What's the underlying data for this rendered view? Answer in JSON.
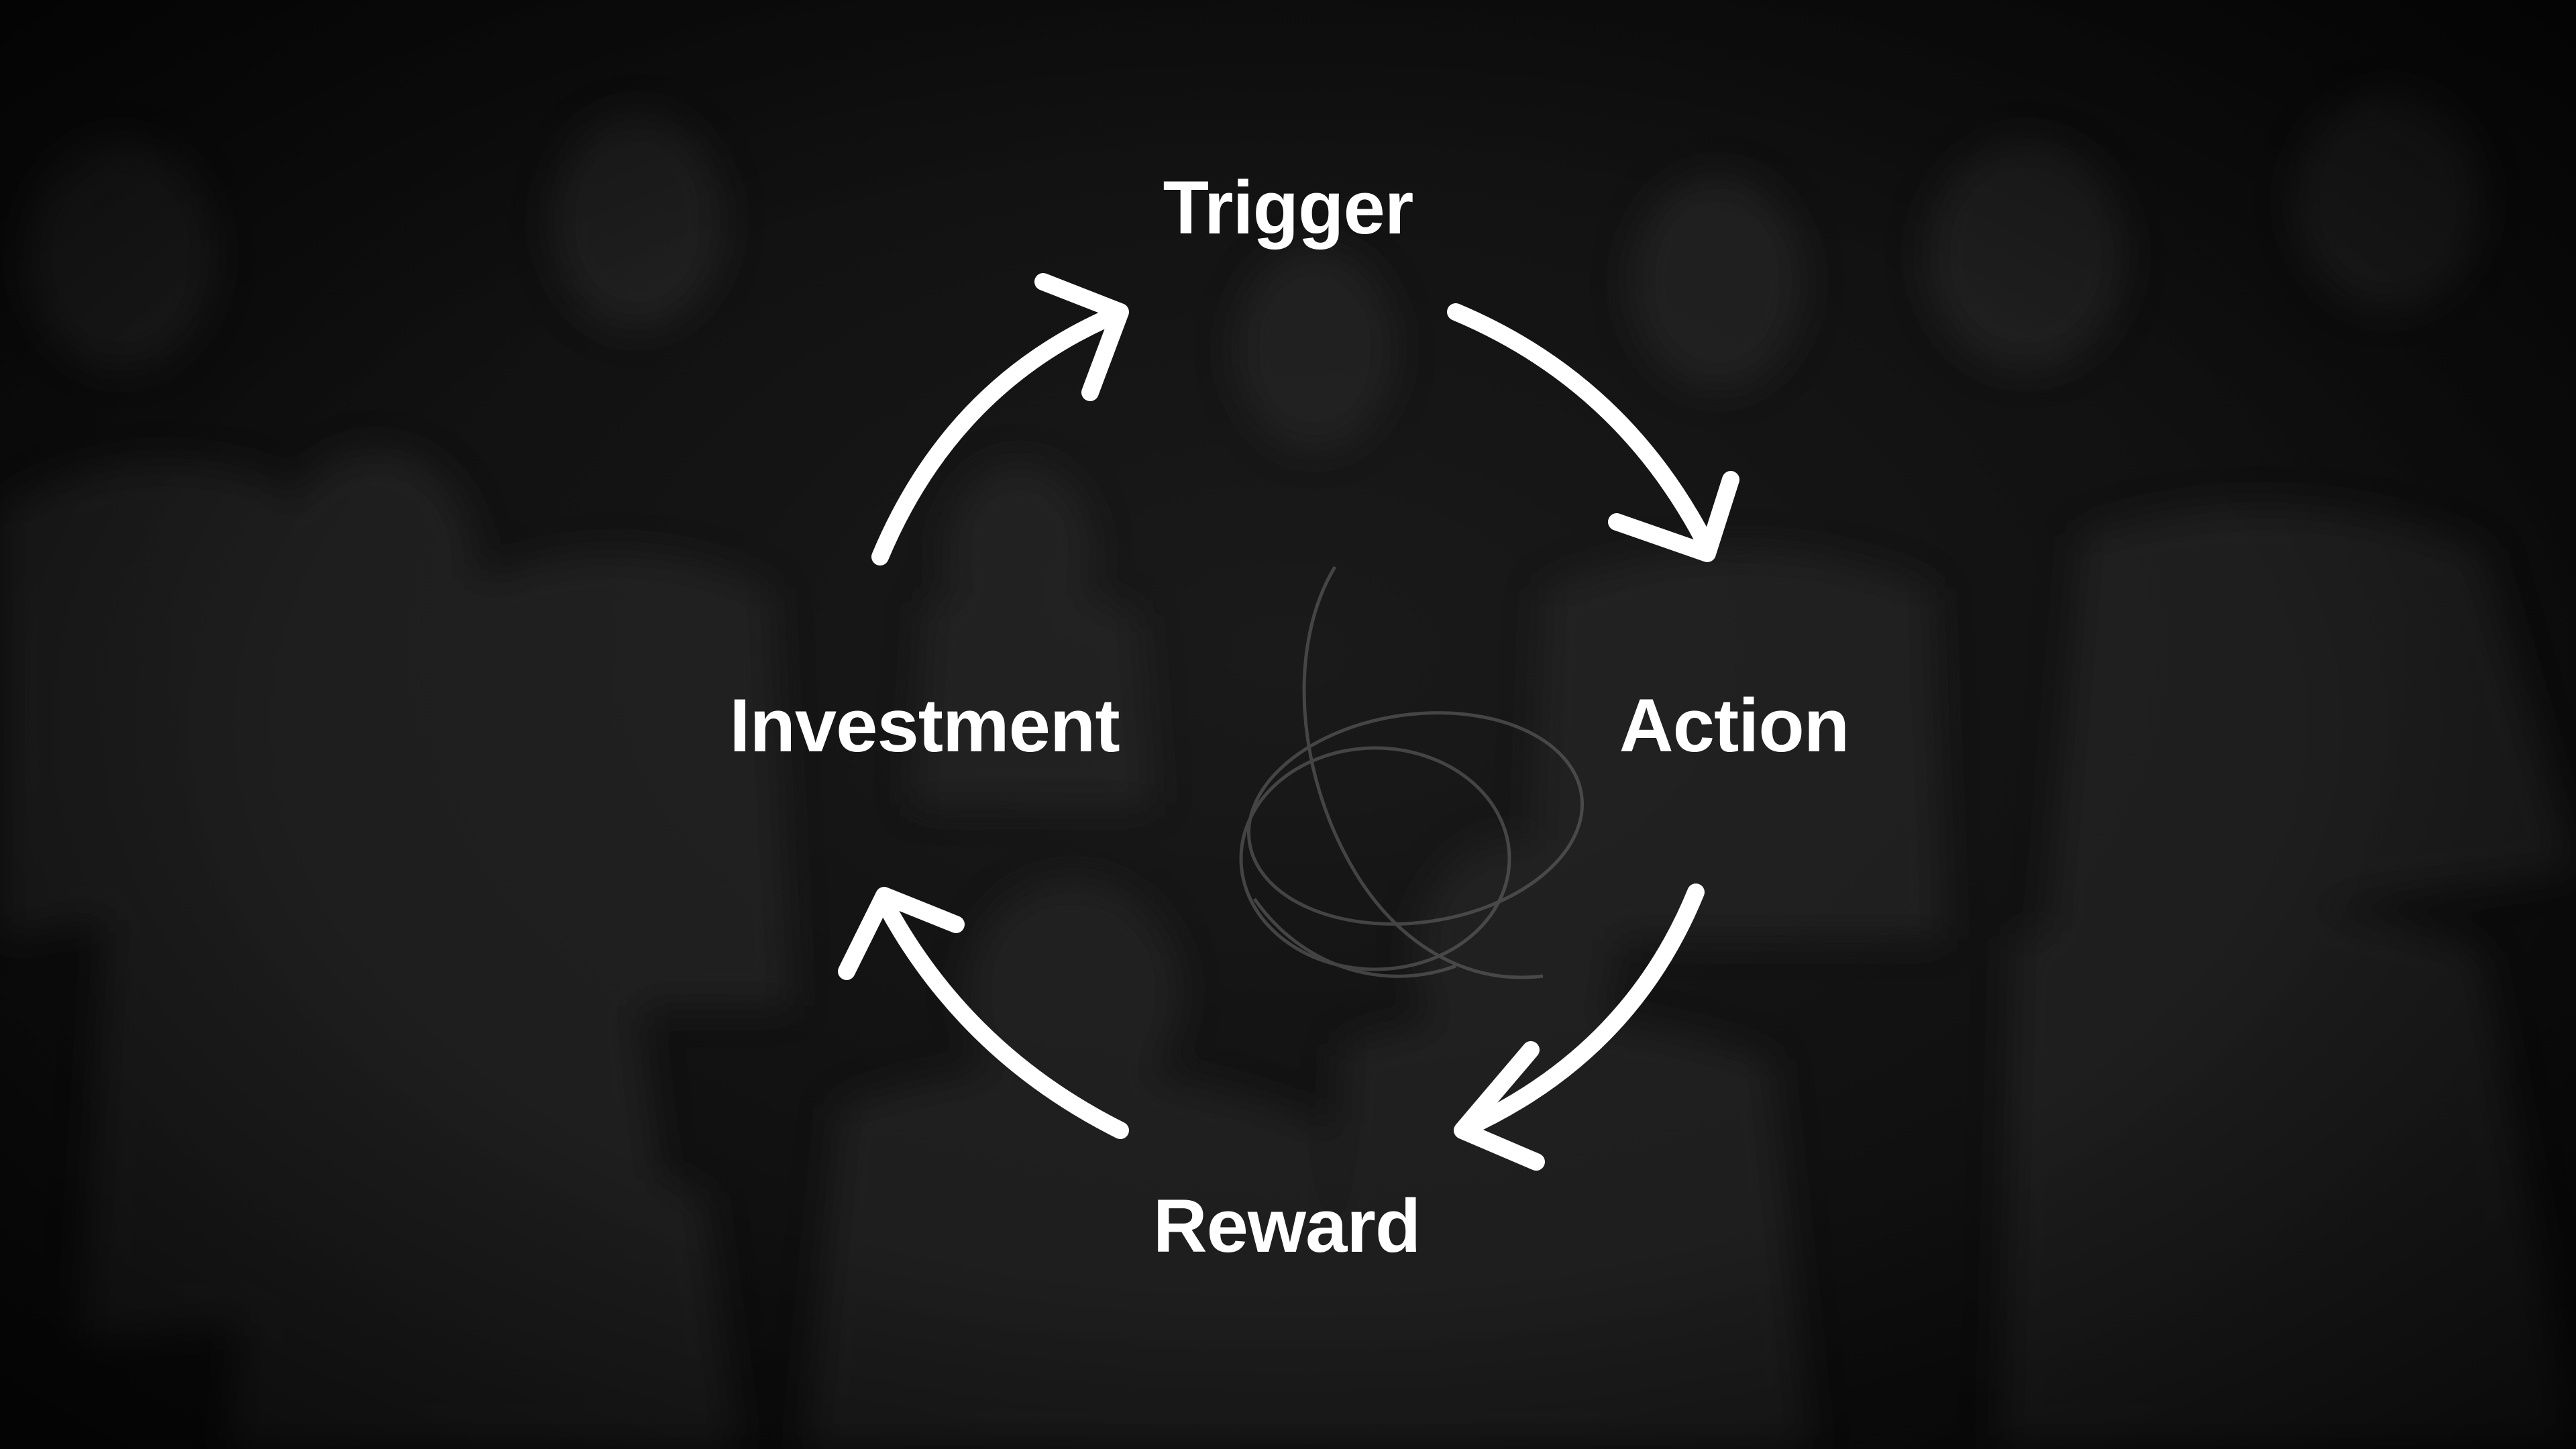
{
  "diagram": {
    "stages": [
      {
        "id": "trigger",
        "label": "Trigger"
      },
      {
        "id": "action",
        "label": "Action"
      },
      {
        "id": "reward",
        "label": "Reward"
      },
      {
        "id": "investment",
        "label": "Investment"
      }
    ],
    "colors": {
      "background": "#0b0b0b",
      "text": "#ffffff",
      "arrows": "#ffffff"
    }
  }
}
